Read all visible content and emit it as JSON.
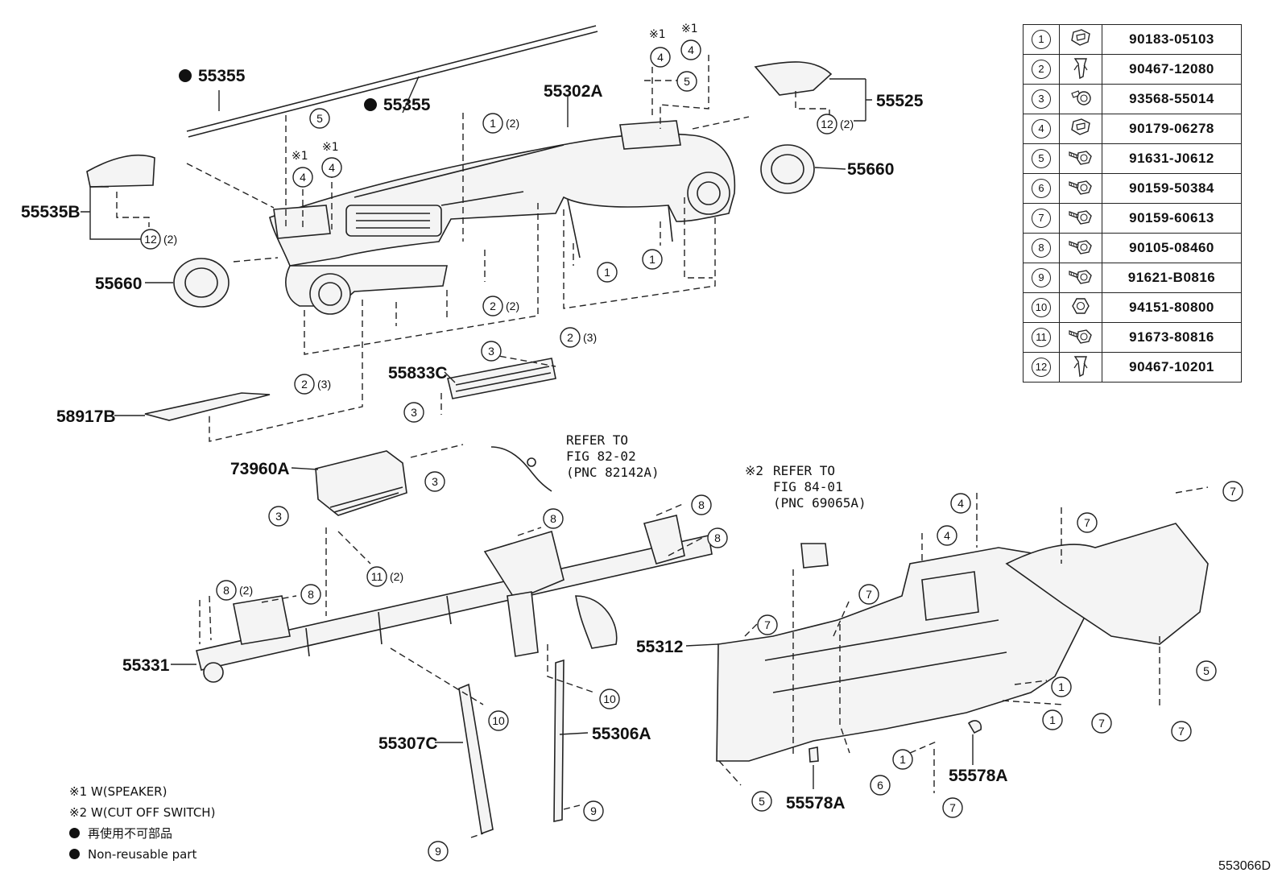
{
  "diagram": {
    "parts": [
      {
        "id": "p55355a",
        "pnc": "55355"
      },
      {
        "id": "p55355b",
        "pnc": "55355"
      },
      {
        "id": "p55302A",
        "pnc": "55302A"
      },
      {
        "id": "p55525",
        "pnc": "55525"
      },
      {
        "id": "p55660r",
        "pnc": "55660"
      },
      {
        "id": "p55535B",
        "pnc": "55535B"
      },
      {
        "id": "p55660l",
        "pnc": "55660"
      },
      {
        "id": "p55833C",
        "pnc": "55833C"
      },
      {
        "id": "p58917B",
        "pnc": "58917B"
      },
      {
        "id": "p73960A",
        "pnc": "73960A"
      },
      {
        "id": "p55331",
        "pnc": "55331"
      },
      {
        "id": "p55312",
        "pnc": "55312"
      },
      {
        "id": "p55307C",
        "pnc": "55307C"
      },
      {
        "id": "p55306A",
        "pnc": "55306A"
      },
      {
        "id": "p55578Aa",
        "pnc": "55578A"
      },
      {
        "id": "p55578Ab",
        "pnc": "55578A"
      }
    ],
    "refer_notes": [
      {
        "lines": [
          "REFER TO",
          "FIG 82-02",
          "(PNC 82142A)"
        ]
      },
      {
        "mark": "※2",
        "lines": [
          "REFER TO",
          "FIG 84-01",
          "(PNC 69065A)"
        ]
      }
    ],
    "note_marks": {
      "n1": "※1"
    },
    "qty_labels": {
      "q2": "(2)",
      "q3": "(3)"
    },
    "non_reusable_color": "#111111"
  },
  "fastener_table": {
    "rows": [
      {
        "num": "1",
        "icon": "clip-nut-icon",
        "part_no": "90183-05103"
      },
      {
        "num": "2",
        "icon": "push-clip-icon",
        "part_no": "90467-12080"
      },
      {
        "num": "3",
        "icon": "screw-washer-icon",
        "part_no": "93568-55014"
      },
      {
        "num": "4",
        "icon": "clip-nut-icon",
        "part_no": "90179-06278"
      },
      {
        "num": "5",
        "icon": "bolt-icon",
        "part_no": "91631-J0612"
      },
      {
        "num": "6",
        "icon": "bolt-icon",
        "part_no": "90159-50384"
      },
      {
        "num": "7",
        "icon": "bolt-icon",
        "part_no": "90159-60613"
      },
      {
        "num": "8",
        "icon": "bolt-icon",
        "part_no": "90105-08460"
      },
      {
        "num": "9",
        "icon": "bolt-icon",
        "part_no": "91621-B0816"
      },
      {
        "num": "10",
        "icon": "nut-icon",
        "part_no": "94151-80800"
      },
      {
        "num": "11",
        "icon": "bolt-icon",
        "part_no": "91673-80816"
      },
      {
        "num": "12",
        "icon": "push-clip-icon",
        "part_no": "90467-10201"
      }
    ]
  },
  "legend": {
    "note1": "※1 W(SPEAKER)",
    "note2": "※2 W(CUT OFF SWITCH)",
    "non_reusable_jp": "再使用不可部品",
    "non_reusable_en": "Non-reusable part"
  },
  "figure_code": "553066D"
}
